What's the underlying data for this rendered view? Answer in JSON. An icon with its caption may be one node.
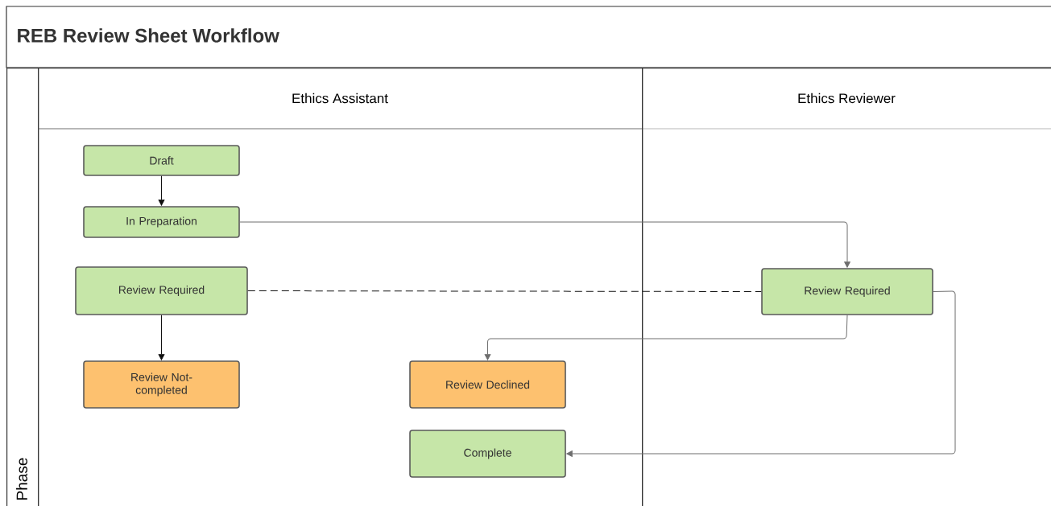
{
  "diagram": {
    "title": "REB Review Sheet Workflow",
    "nodes": [
      {
        "text": [
          "Phase"
        ]
      },
      {
        "text": [
          "Ethics Assistant"
        ]
      },
      {
        "text": [
          "Ethics Reviewer"
        ]
      },
      {
        "text": [
          "Draft"
        ],
        "in": 1
      },
      {
        "text": [
          "In Preparation"
        ],
        "in": 1
      },
      {
        "text": [
          "Review Required"
        ],
        "in": 1
      },
      {
        "text": [
          "Review Not-completed"
        ],
        "in": 1
      },
      {
        "text": [
          "Review Declined"
        ],
        "in": 1
      },
      {
        "text": [
          "Complete"
        ],
        "in": 1
      },
      {
        "text": [
          "Review Required"
        ],
        "in": 2
      }
    ],
    "edges": [
      {
        "from": 3,
        "to": 4,
        "arrow": "to",
        "color": "#111111"
      },
      {
        "from": 4,
        "to": 9,
        "arrow": "to",
        "color": "#6e6e6e"
      },
      {
        "from": 5,
        "to": 9,
        "arrow": "none",
        "style": "dashed",
        "color": "#111111"
      },
      {
        "from": 5,
        "to": 6,
        "arrow": "to",
        "color": "#111111"
      },
      {
        "from": 9,
        "to": 7,
        "arrow": "to",
        "color": "#6e6e6e"
      },
      {
        "from": 9,
        "to": 8,
        "arrow": "to",
        "color": "#6e6e6e"
      }
    ]
  }
}
